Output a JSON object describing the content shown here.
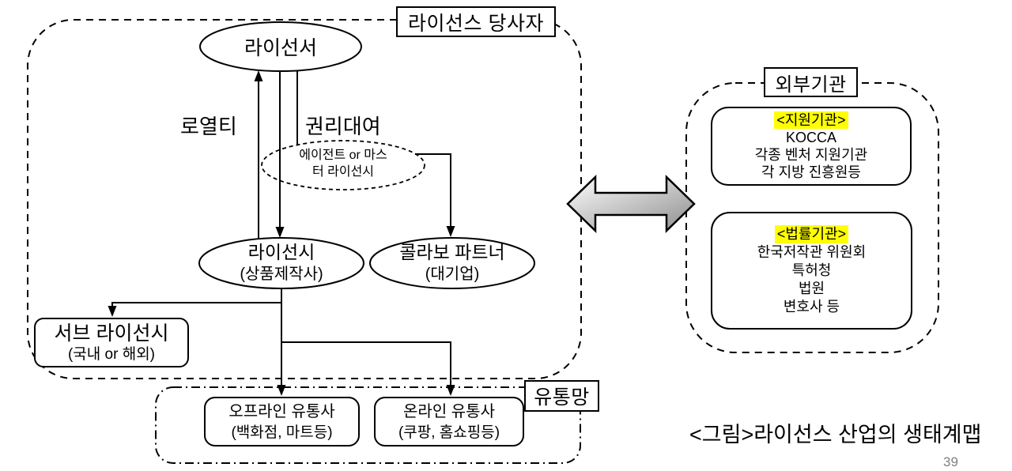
{
  "license_parties": {
    "group_label": "라이선스 당사자",
    "licensor": {
      "label": "라이선서"
    },
    "royalty_label": "로열티",
    "rights_lease_label": "권리대여",
    "agent": {
      "line1": "에이전트 or 마스",
      "line2": "터 라이선시"
    },
    "licensee": {
      "line1": "라이선시",
      "line2": "(상품제작사)"
    },
    "collabo_partner": {
      "line1": "콜라보 파트너",
      "line2": "(대기업)"
    },
    "sub_licensee": {
      "line1": "서브 라이선시",
      "line2": "(국내 or 해외)"
    }
  },
  "distribution": {
    "group_label": "유통망",
    "offline": {
      "line1": "오프라인 유통사",
      "line2": "(백화점, 마트등)"
    },
    "online": {
      "line1": "온라인 유통사",
      "line2": "(쿠팡, 홈쇼핑등)"
    }
  },
  "external_orgs": {
    "group_label": "외부기관",
    "support": {
      "title": "<지원기관>",
      "lines": [
        "KOCCA",
        "각종 벤처 지원기관",
        "각 지방 진흥원등"
      ]
    },
    "legal": {
      "title": "<법률기관>",
      "lines": [
        "한국저작관 위원회",
        "특허청",
        "법원",
        "변호사 등"
      ]
    }
  },
  "page": {
    "caption": "<그림>라이선스 산업의 생태계맵",
    "page_number": "39"
  },
  "colors": {
    "line": "#000000",
    "highlight": "#ffff00",
    "arrow_gradient_start": "#fdfdfd",
    "arrow_gradient_end": "#8e8e8e",
    "page_number": "#808080"
  }
}
